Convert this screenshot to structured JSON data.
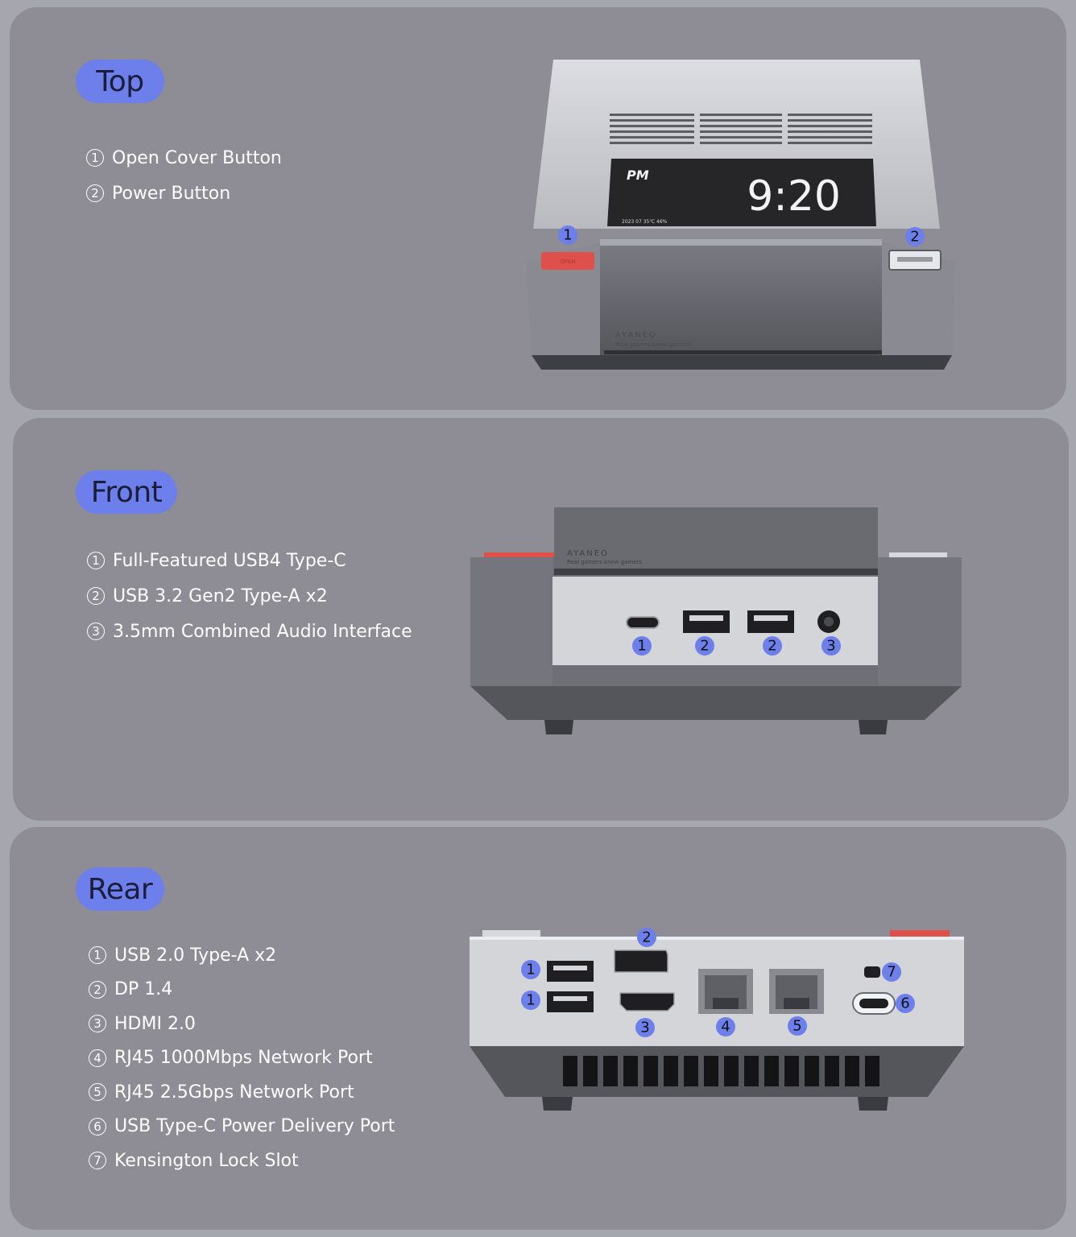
{
  "colors": {
    "page_background": "#a6a6ae",
    "panel_background": "#8e8d95",
    "pill_background": "#6c7fea",
    "pill_text": "#1b1e3a",
    "badge": "#6c7fea",
    "accent_red": "#e0504a"
  },
  "sections": {
    "top": {
      "title": "Top",
      "features": [
        {
          "number": "1",
          "label": "Open Cover Button"
        },
        {
          "number": "2",
          "label": "Power Button"
        }
      ],
      "device": {
        "screen_period": "PM",
        "screen_time": "9:20",
        "screen_status": "2023  07    35℃  46%",
        "brand": "AYANEO",
        "tagline": "Real gamers know gamers",
        "button_label": "OPEN"
      }
    },
    "front": {
      "title": "Front",
      "features": [
        {
          "number": "1",
          "label": "Full-Featured USB4 Type-C"
        },
        {
          "number": "2",
          "label": "USB 3.2 Gen2 Type-A x2"
        },
        {
          "number": "3",
          "label": "3.5mm Combined Audio Interface"
        }
      ],
      "device": {
        "brand": "AYANEO",
        "tagline": "Real gamers know gamers"
      }
    },
    "rear": {
      "title": "Rear",
      "features": [
        {
          "number": "1",
          "label": "USB 2.0 Type-A x2"
        },
        {
          "number": "2",
          "label": "DP 1.4"
        },
        {
          "number": "3",
          "label": "HDMI 2.0"
        },
        {
          "number": "4",
          "label": "RJ45 1000Mbps Network Port"
        },
        {
          "number": "5",
          "label": "RJ45 2.5Gbps Network Port"
        },
        {
          "number": "6",
          "label": "USB Type-C Power Delivery Port"
        },
        {
          "number": "7",
          "label": "Kensington Lock Slot"
        }
      ]
    }
  },
  "icons": [
    "usb-c-port-icon",
    "usb-a-port-icon",
    "audio-jack-icon",
    "displayport-icon",
    "hdmi-port-icon",
    "rj45-port-icon",
    "kensington-slot-icon",
    "vent-icon"
  ]
}
